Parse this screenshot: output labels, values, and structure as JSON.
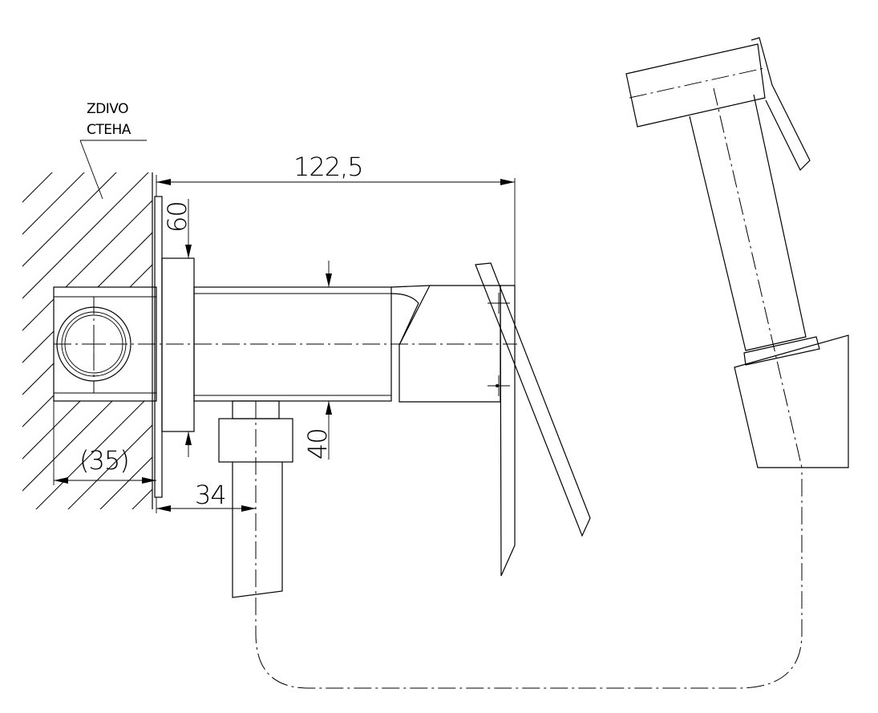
{
  "labels": {
    "material_line1": "ZDIVO",
    "material_line2": "СТЕНА"
  },
  "dimensions": {
    "total_length": "122,5",
    "flange_height": "60",
    "body_height": "40",
    "wall_depth": "(35)",
    "outlet_offset": "34"
  }
}
